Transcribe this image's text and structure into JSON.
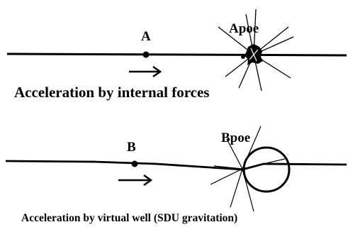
{
  "diagram": {
    "top_scene": {
      "body_label": "A",
      "poe_label": "Apoe",
      "caption": "Acceleration by internal forces",
      "arrow": "right-arrow"
    },
    "bottom_scene": {
      "body_label": "B",
      "poe_label": "Bpoe",
      "caption": "Acceleration by virtual well (SDU gravitation)",
      "arrow": "right-arrow"
    },
    "colors": {
      "ink": "#000000",
      "background": "#ffffff"
    }
  }
}
